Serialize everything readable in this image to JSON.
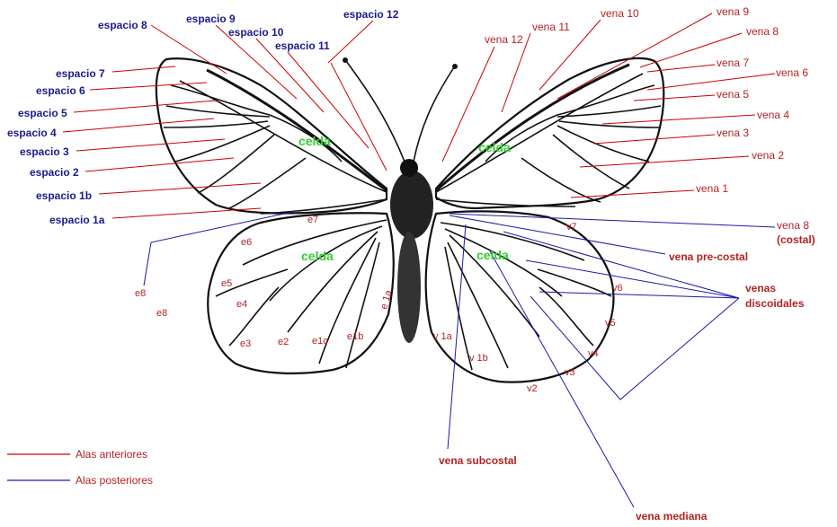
{
  "diagram": {
    "forewing_spaces": [
      {
        "id": "espacio-8",
        "text": "espacio 8"
      },
      {
        "id": "espacio-9",
        "text": "espacio 9"
      },
      {
        "id": "espacio-10",
        "text": "espacio 10"
      },
      {
        "id": "espacio-11",
        "text": "espacio 11"
      },
      {
        "id": "espacio-12",
        "text": "espacio 12"
      },
      {
        "id": "espacio-7",
        "text": "espacio 7"
      },
      {
        "id": "espacio-6",
        "text": "espacio 6"
      },
      {
        "id": "espacio-5",
        "text": "espacio 5"
      },
      {
        "id": "espacio-4",
        "text": "espacio 4"
      },
      {
        "id": "espacio-3",
        "text": "espacio 3"
      },
      {
        "id": "espacio-2",
        "text": "espacio 2"
      },
      {
        "id": "espacio-1b",
        "text": "espacio 1b"
      },
      {
        "id": "espacio-1a",
        "text": "espacio 1a"
      }
    ],
    "forewing_veins": [
      {
        "id": "vena-12",
        "text": "vena 12"
      },
      {
        "id": "vena-11",
        "text": "vena 11"
      },
      {
        "id": "vena-10",
        "text": "vena 10"
      },
      {
        "id": "vena-9",
        "text": "vena 9"
      },
      {
        "id": "vena-8",
        "text": "vena 8"
      },
      {
        "id": "vena-7",
        "text": "vena 7"
      },
      {
        "id": "vena-6",
        "text": "vena 6"
      },
      {
        "id": "vena-5",
        "text": "vena 5"
      },
      {
        "id": "vena-4",
        "text": "vena 4"
      },
      {
        "id": "vena-3",
        "text": "vena 3"
      },
      {
        "id": "vena-2",
        "text": "vena 2"
      },
      {
        "id": "vena-1",
        "text": "vena 1"
      }
    ],
    "hindwing_veins_right": {
      "vena_8": "vena 8",
      "costal": "(costal)",
      "pre_costal": "vena pre-costal",
      "discoidales_1": "venas",
      "discoidales_2": "discoidales",
      "subcostal": "vena subcostal",
      "mediana": "vena mediana"
    },
    "hindwing_small": {
      "e7": "e7",
      "e6": "e6",
      "e5": "e5",
      "e4": "e4",
      "e3": "e3",
      "e2": "e2",
      "e1c": "e1c",
      "e1b": "e1b",
      "e1a": "e 1a",
      "e8a": "e8",
      "e8b": "e8",
      "v7": "v7",
      "v6": "v6",
      "v5": "v5",
      "v4": "v4",
      "v3": "v3",
      "v2": "v2",
      "v1a": "v 1a",
      "v1b": "v 1b"
    },
    "cells": {
      "fore_left": "celda",
      "fore_right": "celda",
      "hind_left": "celda",
      "hind_right": "celda"
    },
    "legend": {
      "forewings": "Alas anteriores",
      "hindwings": "Alas posteriores"
    },
    "colors": {
      "space_label": "#1a1a8c",
      "vein_label": "#b22222",
      "cell_label": "#33cc33",
      "forewing_line": "#cc0000",
      "hindwing_line": "#1a1aa8"
    }
  }
}
